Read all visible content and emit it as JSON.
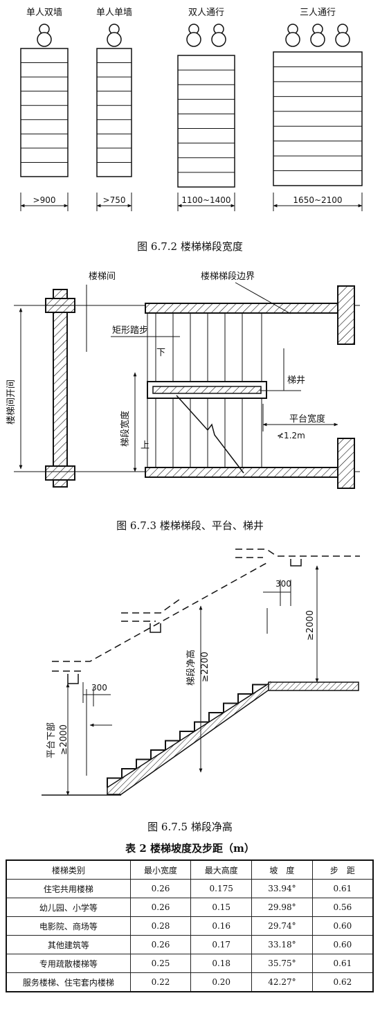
{
  "fig1": {
    "caption": "图 6.7.2  楼梯梯段宽度",
    "panels": [
      {
        "label": "单人双墙",
        "dim": ">900",
        "persons": 1
      },
      {
        "label": "单人单墙",
        "dim": ">750",
        "persons": 1
      },
      {
        "label": "双人通行",
        "dim": "1100~1400",
        "persons": 2
      },
      {
        "label": "三人通行",
        "dim": "1650~2100",
        "persons": 3
      }
    ]
  },
  "fig2": {
    "caption": "图 6.7.3  楼梯梯段、平台、梯井",
    "labels": {
      "stairwell": "楼梯间",
      "flight_edge": "楼梯梯段边界",
      "rect_tread": "矩形踏步",
      "down": "下",
      "well": "梯井",
      "landing_width": "平台宽度",
      "landing_min": "≮1.2m",
      "flight_width": "梯段宽度",
      "up": "上",
      "bay": "楼梯间开间"
    }
  },
  "fig3": {
    "caption": "图 6.7.5  梯段净高",
    "labels": {
      "dim_300_top": "300",
      "dim_300_bottom": "300",
      "dim_2000_right": "≥2000",
      "flight_clear_name": "梯段净高",
      "flight_clear_value": "≥2200",
      "landing_under_name": "平台下部",
      "landing_under_value": "≥2000"
    }
  },
  "table": {
    "title": "表 2  楼梯坡度及步距（m）",
    "headers": [
      "楼梯类别",
      "最小宽度",
      "最大高度",
      "坡　度",
      "步　距"
    ],
    "rows": [
      [
        "住宅共用楼梯",
        "0.26",
        "0.175",
        "33.94°",
        "0.61"
      ],
      [
        "幼儿园、小学等",
        "0.26",
        "0.15",
        "29.98°",
        "0.56"
      ],
      [
        "电影院、商场等",
        "0.28",
        "0.16",
        "29.74°",
        "0.60"
      ],
      [
        "其他建筑等",
        "0.26",
        "0.17",
        "33.18°",
        "0.60"
      ],
      [
        "专用疏散楼梯等",
        "0.25",
        "0.18",
        "35.75°",
        "0.61"
      ],
      [
        "服务楼梯、住宅套内楼梯",
        "0.22",
        "0.20",
        "42.27°",
        "0.62"
      ]
    ]
  }
}
